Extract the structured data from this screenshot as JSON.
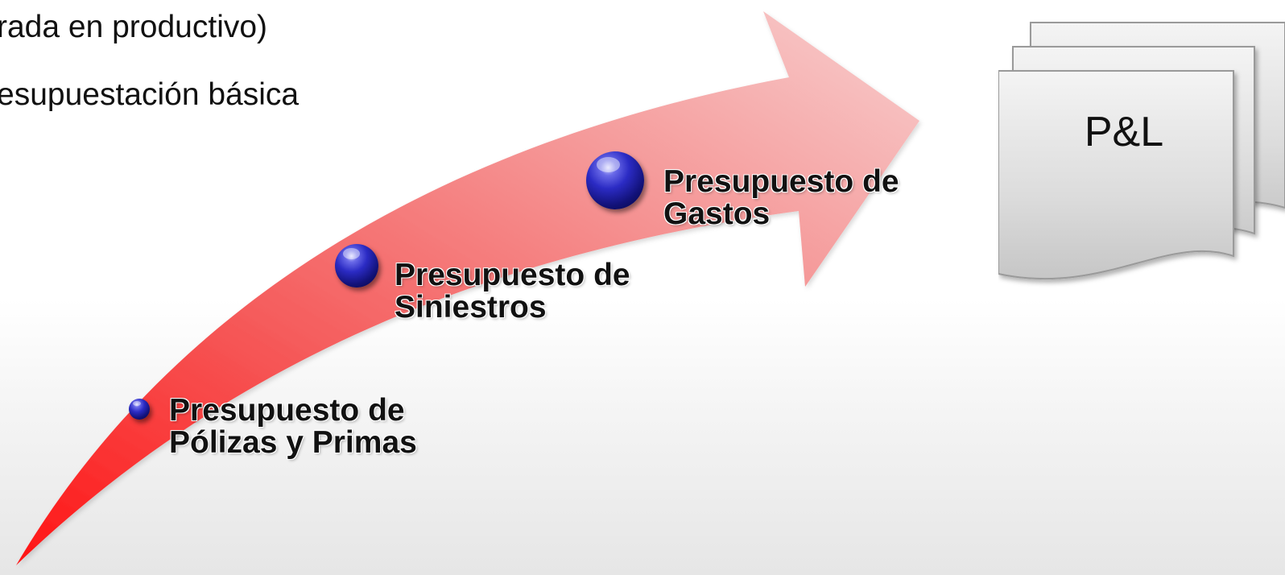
{
  "bullets": {
    "line_1": "rada en productivo)",
    "line_2": "esupuestación básica"
  },
  "stages": [
    {
      "line_1": "Presupuesto de",
      "line_2": "Pólizas y Primas"
    },
    {
      "line_1": "Presupuesto de",
      "line_2": "Siniestros"
    },
    {
      "line_1": "Presupuesto de",
      "line_2": "Gastos"
    }
  ],
  "document": {
    "title": "P&L"
  },
  "colors": {
    "arrow_base": "#ff1a1a",
    "arrow_head": "#f7c3c3",
    "orb": "#1c1caa",
    "document_fill": "#d9d9d9"
  }
}
